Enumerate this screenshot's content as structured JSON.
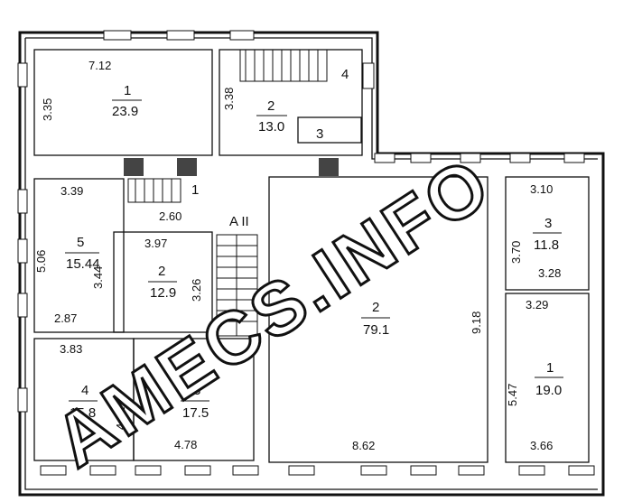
{
  "watermark": "AMECS.INFO",
  "corridor_label": "A II",
  "rooms": [
    {
      "key": "r1_top",
      "number": "1",
      "area": "23.9"
    },
    {
      "key": "r2_top",
      "number": "2",
      "area": "13.0"
    },
    {
      "key": "r3_top",
      "number": "3"
    },
    {
      "key": "r4_top",
      "number": "4"
    },
    {
      "key": "r1_stair",
      "number": "1"
    },
    {
      "key": "r5",
      "number": "5",
      "area": "15.44"
    },
    {
      "key": "r2_small",
      "number": "2",
      "area": "12.9"
    },
    {
      "key": "r4_low",
      "number": "4",
      "area": "15.8"
    },
    {
      "key": "r3_low",
      "number": "3",
      "area": "17.5"
    },
    {
      "key": "r2_big",
      "number": "2",
      "area": "79.1"
    },
    {
      "key": "r3_right",
      "number": "3",
      "area": "11.8"
    },
    {
      "key": "r1_right",
      "number": "1",
      "area": "19.0"
    }
  ],
  "dimensions": [
    "7.12",
    "3.35",
    "3.38",
    "3.39",
    "2.60",
    "5.06",
    "3.44",
    "3.97",
    "3.26",
    "2.87",
    "3.83",
    "4.12",
    "3.75",
    "4.78",
    "8.62",
    "9.18",
    "3.10",
    "3.70",
    "3.28",
    "3.29",
    "5.47",
    "3.66"
  ]
}
